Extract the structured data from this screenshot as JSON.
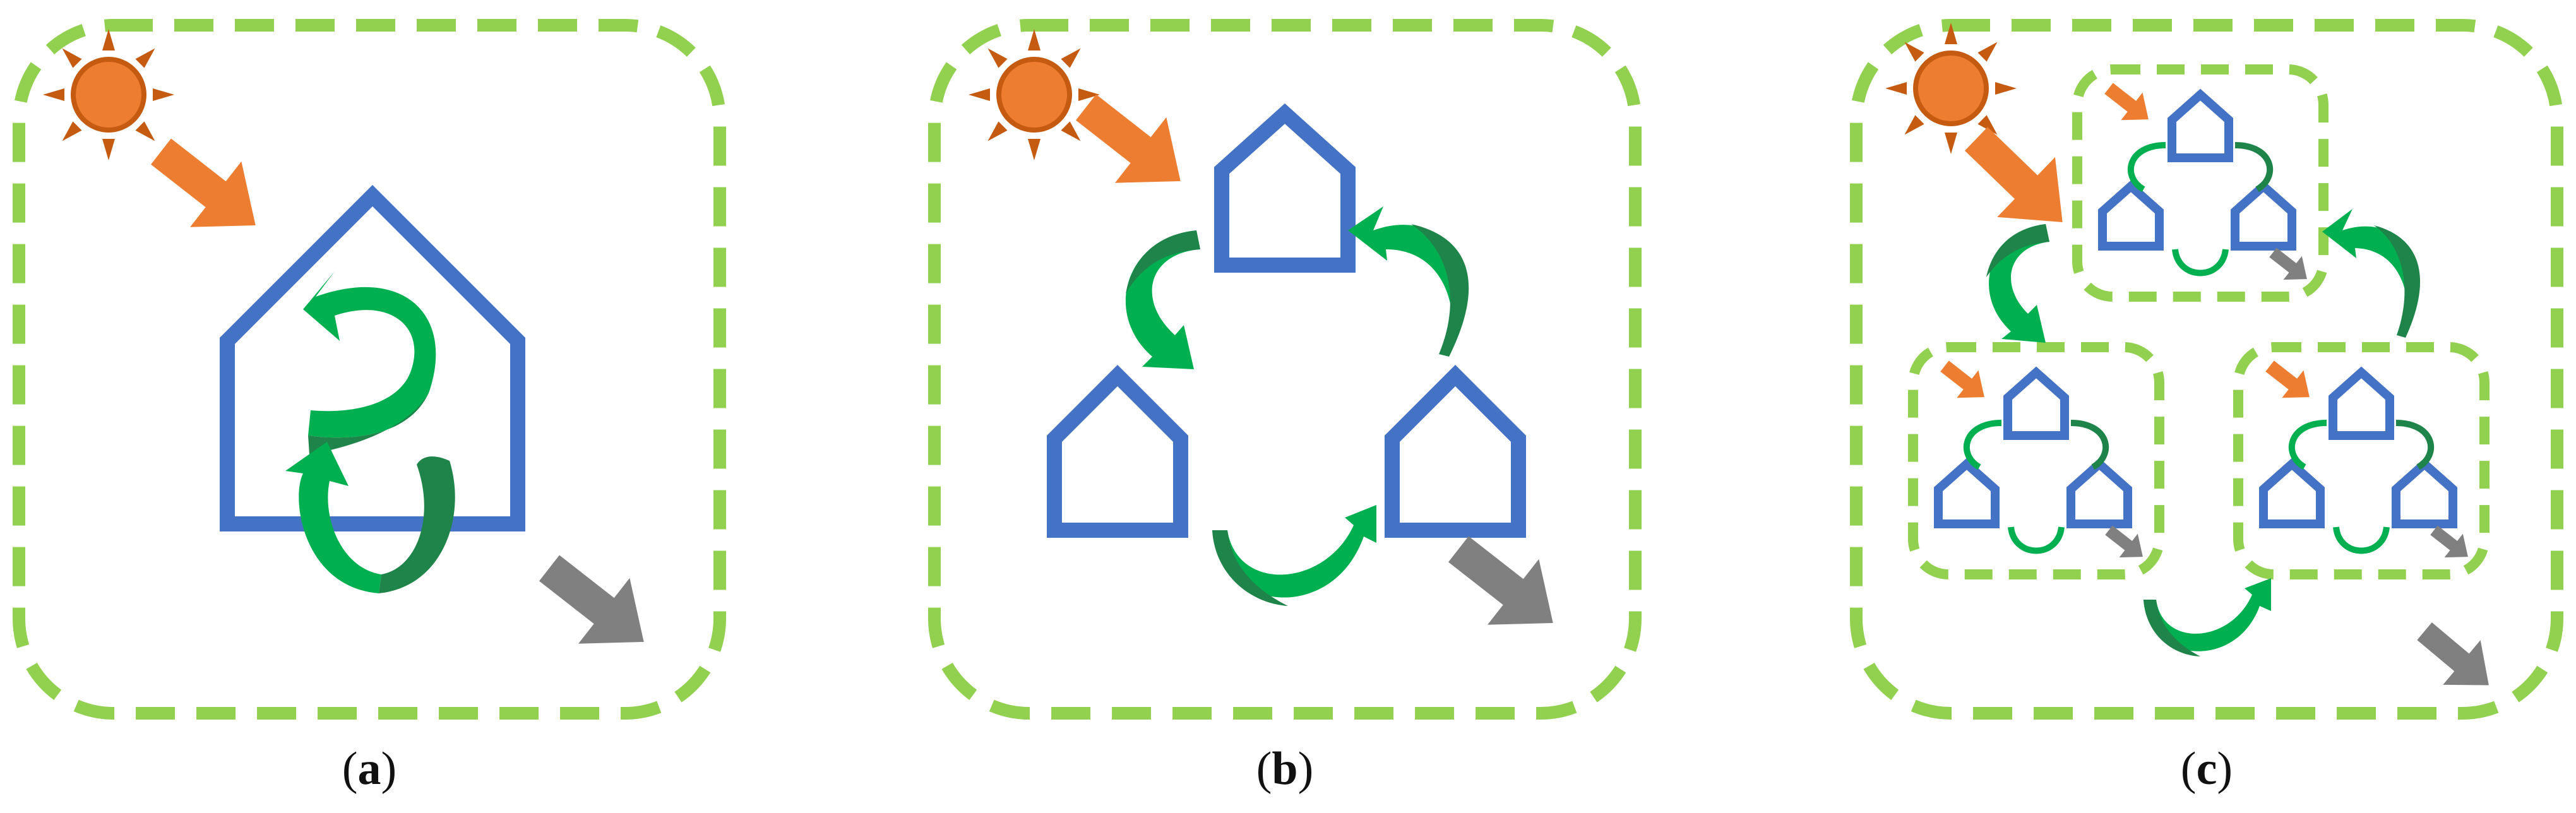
{
  "figure": {
    "panels": [
      {
        "id": "a",
        "caption_open": "(",
        "caption_letter": "a",
        "caption_close": ")"
      },
      {
        "id": "b",
        "caption_open": "(",
        "caption_letter": "b",
        "caption_close": ")"
      },
      {
        "id": "c",
        "caption_open": "(",
        "caption_letter": "c",
        "caption_close": ")"
      }
    ],
    "icons": {
      "sun": "sun-icon",
      "house": "house-icon",
      "energy_in": "arrow-right-down-icon",
      "energy_out": "arrow-right-down-icon",
      "exchange": "curved-arrow-icon"
    },
    "colors": {
      "boundary": "#92D050",
      "house": "#4472C4",
      "sun": "#ED7D31",
      "sun_ray": "#C55A11",
      "input_arrow": "#ED7D31",
      "output_arrow": "#808080",
      "exchange_light": "#00B050",
      "exchange_dark": "#1E8449"
    }
  }
}
